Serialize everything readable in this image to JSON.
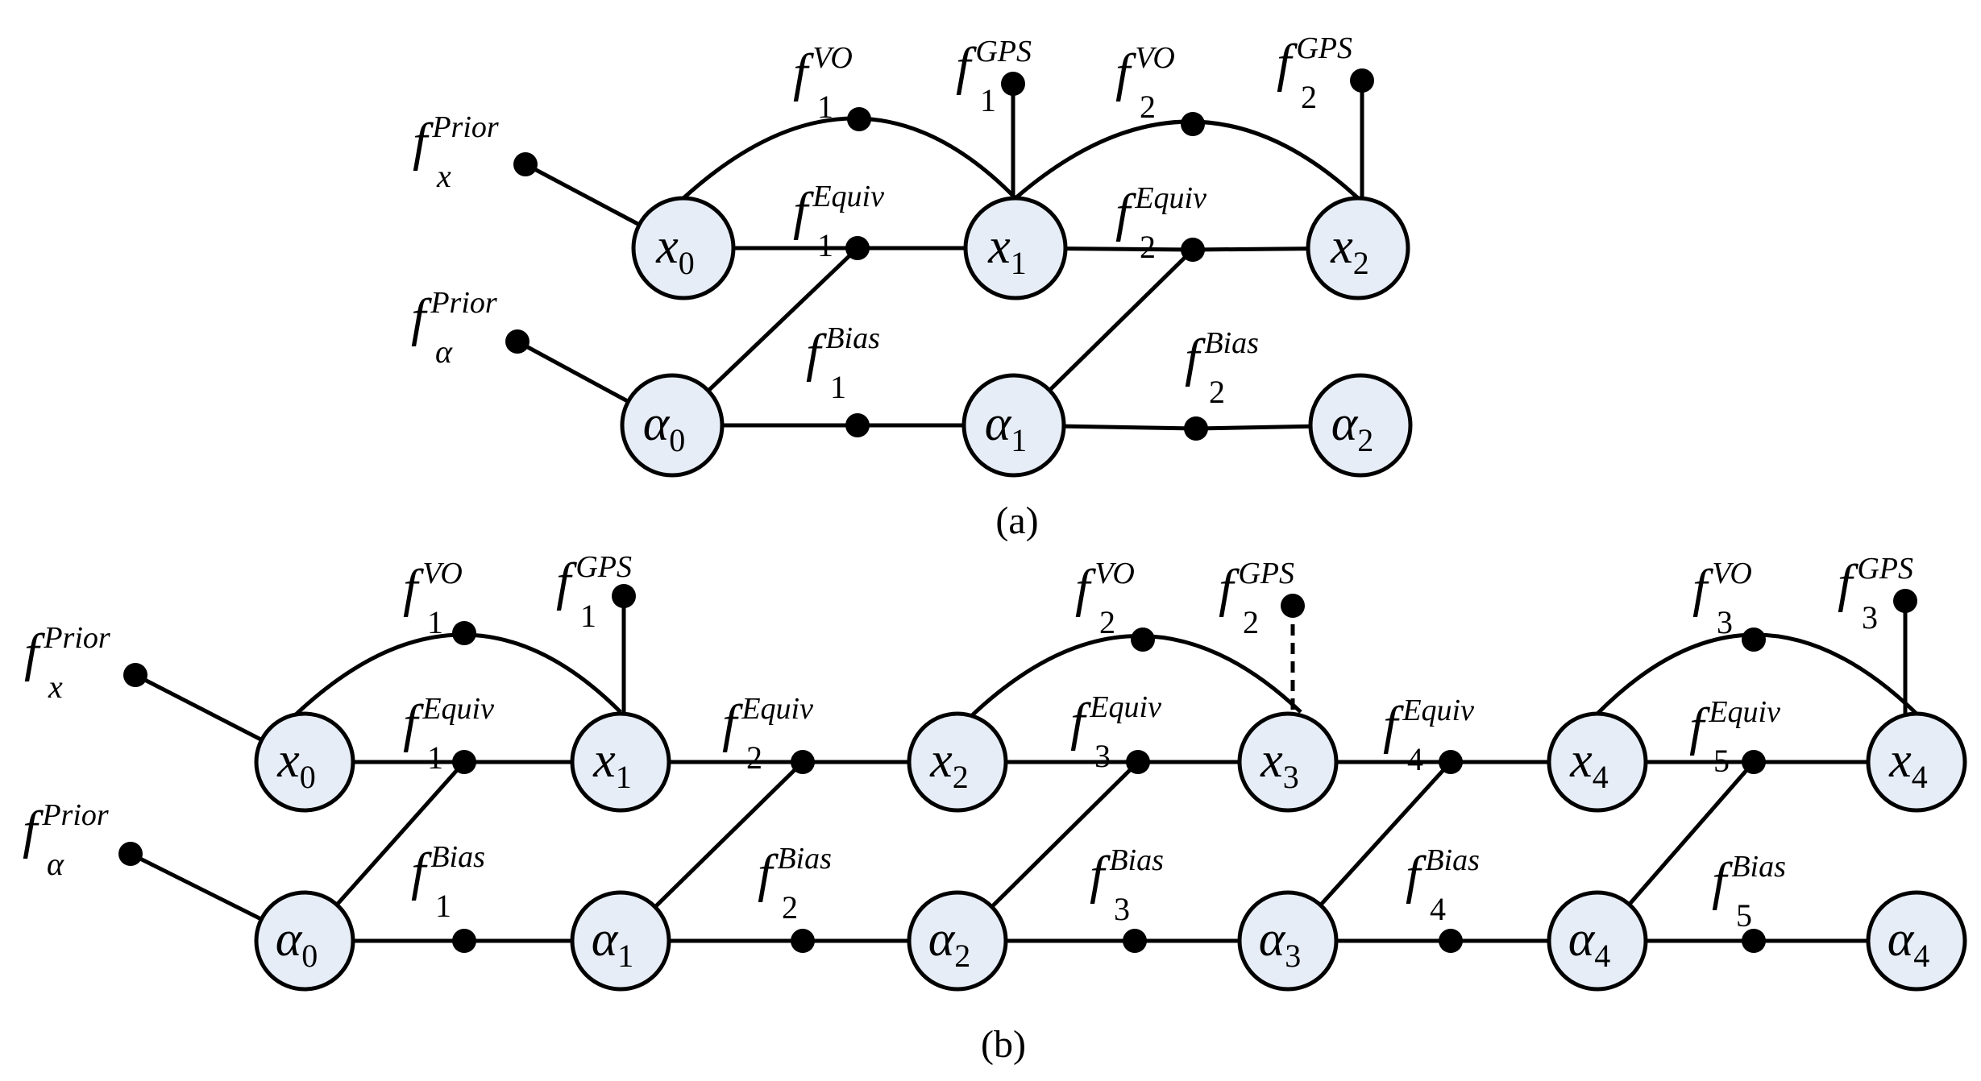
{
  "panels": [
    {
      "id": "a",
      "caption": "(a)",
      "nodes": [
        {
          "id": "x0",
          "sym": "x",
          "sub": "0"
        },
        {
          "id": "x1",
          "sym": "x",
          "sub": "1"
        },
        {
          "id": "x2",
          "sym": "x",
          "sub": "2"
        },
        {
          "id": "a0",
          "sym": "α",
          "sub": "0"
        },
        {
          "id": "a1",
          "sym": "α",
          "sub": "1"
        },
        {
          "id": "a2",
          "sym": "α",
          "sub": "2"
        }
      ],
      "factors": [
        {
          "id": "fxprior",
          "base": "f",
          "sub": "x",
          "sup": "Prior",
          "connects": [
            "x0"
          ]
        },
        {
          "id": "faprior",
          "base": "f",
          "sub": "α",
          "sup": "Prior",
          "connects": [
            "a0"
          ]
        },
        {
          "id": "fvo1",
          "base": "f",
          "sub": "1",
          "sup": "VO",
          "connects": [
            "x0",
            "x1"
          ]
        },
        {
          "id": "fgps1",
          "base": "f",
          "sub": "1",
          "sup": "GPS",
          "connects": [
            "x1"
          ]
        },
        {
          "id": "fvo2",
          "base": "f",
          "sub": "2",
          "sup": "VO",
          "connects": [
            "x1",
            "x2"
          ]
        },
        {
          "id": "fgps2",
          "base": "f",
          "sub": "2",
          "sup": "GPS",
          "connects": [
            "x2"
          ]
        },
        {
          "id": "feq1",
          "base": "f",
          "sub": "1",
          "sup": "Equiv",
          "connects": [
            "x0",
            "x1",
            "a0"
          ]
        },
        {
          "id": "feq2",
          "base": "f",
          "sub": "2",
          "sup": "Equiv",
          "connects": [
            "x1",
            "x2",
            "a1"
          ]
        },
        {
          "id": "fb1",
          "base": "f",
          "sub": "1",
          "sup": "Bias",
          "connects": [
            "a0",
            "a1"
          ]
        },
        {
          "id": "fb2",
          "base": "f",
          "sub": "2",
          "sup": "Bias",
          "connects": [
            "a1",
            "a2"
          ]
        }
      ]
    },
    {
      "id": "b",
      "caption": "(b)",
      "nodes": [
        {
          "id": "x0",
          "sym": "x",
          "sub": "0"
        },
        {
          "id": "x1",
          "sym": "x",
          "sub": "1"
        },
        {
          "id": "x2",
          "sym": "x",
          "sub": "2"
        },
        {
          "id": "x3",
          "sym": "x",
          "sub": "3"
        },
        {
          "id": "x4a",
          "sym": "x",
          "sub": "4"
        },
        {
          "id": "x4b",
          "sym": "x",
          "sub": "4"
        },
        {
          "id": "a0",
          "sym": "α",
          "sub": "0"
        },
        {
          "id": "a1",
          "sym": "α",
          "sub": "1"
        },
        {
          "id": "a2",
          "sym": "α",
          "sub": "2"
        },
        {
          "id": "a3",
          "sym": "α",
          "sub": "3"
        },
        {
          "id": "a4a",
          "sym": "α",
          "sub": "4"
        },
        {
          "id": "a4b",
          "sym": "α",
          "sub": "4"
        }
      ],
      "factors": [
        {
          "id": "fxprior",
          "base": "f",
          "sub": "x",
          "sup": "Prior",
          "connects": [
            "x0"
          ]
        },
        {
          "id": "faprior",
          "base": "f",
          "sub": "α",
          "sup": "Prior",
          "connects": [
            "a0"
          ]
        },
        {
          "id": "fvo1",
          "base": "f",
          "sub": "1",
          "sup": "VO",
          "connects": [
            "x0",
            "x1"
          ]
        },
        {
          "id": "fgps1",
          "base": "f",
          "sub": "1",
          "sup": "GPS",
          "connects": [
            "x1"
          ]
        },
        {
          "id": "fvo2",
          "base": "f",
          "sub": "2",
          "sup": "VO",
          "connects": [
            "x2",
            "x3"
          ]
        },
        {
          "id": "fgps2",
          "base": "f",
          "sub": "2",
          "sup": "GPS",
          "connects": [
            "x3"
          ],
          "style": "dashed"
        },
        {
          "id": "fvo3",
          "base": "f",
          "sub": "3",
          "sup": "VO",
          "connects": [
            "x4a",
            "x4b"
          ]
        },
        {
          "id": "fgps3",
          "base": "f",
          "sub": "3",
          "sup": "GPS",
          "connects": [
            "x4b"
          ]
        },
        {
          "id": "feq1",
          "base": "f",
          "sub": "1",
          "sup": "Equiv",
          "connects": [
            "x0",
            "x1",
            "a0"
          ]
        },
        {
          "id": "feq2",
          "base": "f",
          "sub": "2",
          "sup": "Equiv",
          "connects": [
            "x1",
            "x2",
            "a1"
          ]
        },
        {
          "id": "feq3",
          "base": "f",
          "sub": "3",
          "sup": "Equiv",
          "connects": [
            "x2",
            "x3",
            "a2"
          ]
        },
        {
          "id": "feq4",
          "base": "f",
          "sub": "4",
          "sup": "Equiv",
          "connects": [
            "x3",
            "x4a",
            "a3"
          ]
        },
        {
          "id": "feq5",
          "base": "f",
          "sub": "5",
          "sup": "Equiv",
          "connects": [
            "x4a",
            "x4b",
            "a4a"
          ]
        },
        {
          "id": "fb1",
          "base": "f",
          "sub": "1",
          "sup": "Bias",
          "connects": [
            "a0",
            "a1"
          ]
        },
        {
          "id": "fb2",
          "base": "f",
          "sub": "2",
          "sup": "Bias",
          "connects": [
            "a1",
            "a2"
          ]
        },
        {
          "id": "fb3",
          "base": "f",
          "sub": "3",
          "sup": "Bias",
          "connects": [
            "a2",
            "a3"
          ]
        },
        {
          "id": "fb4",
          "base": "f",
          "sub": "4",
          "sup": "Bias",
          "connects": [
            "a3",
            "a4a"
          ]
        },
        {
          "id": "fb5",
          "base": "f",
          "sub": "5",
          "sup": "Bias",
          "connects": [
            "a4a",
            "a4b"
          ]
        }
      ]
    }
  ],
  "colors": {
    "node_fill": "#e6edf7",
    "stroke": "#000000"
  }
}
